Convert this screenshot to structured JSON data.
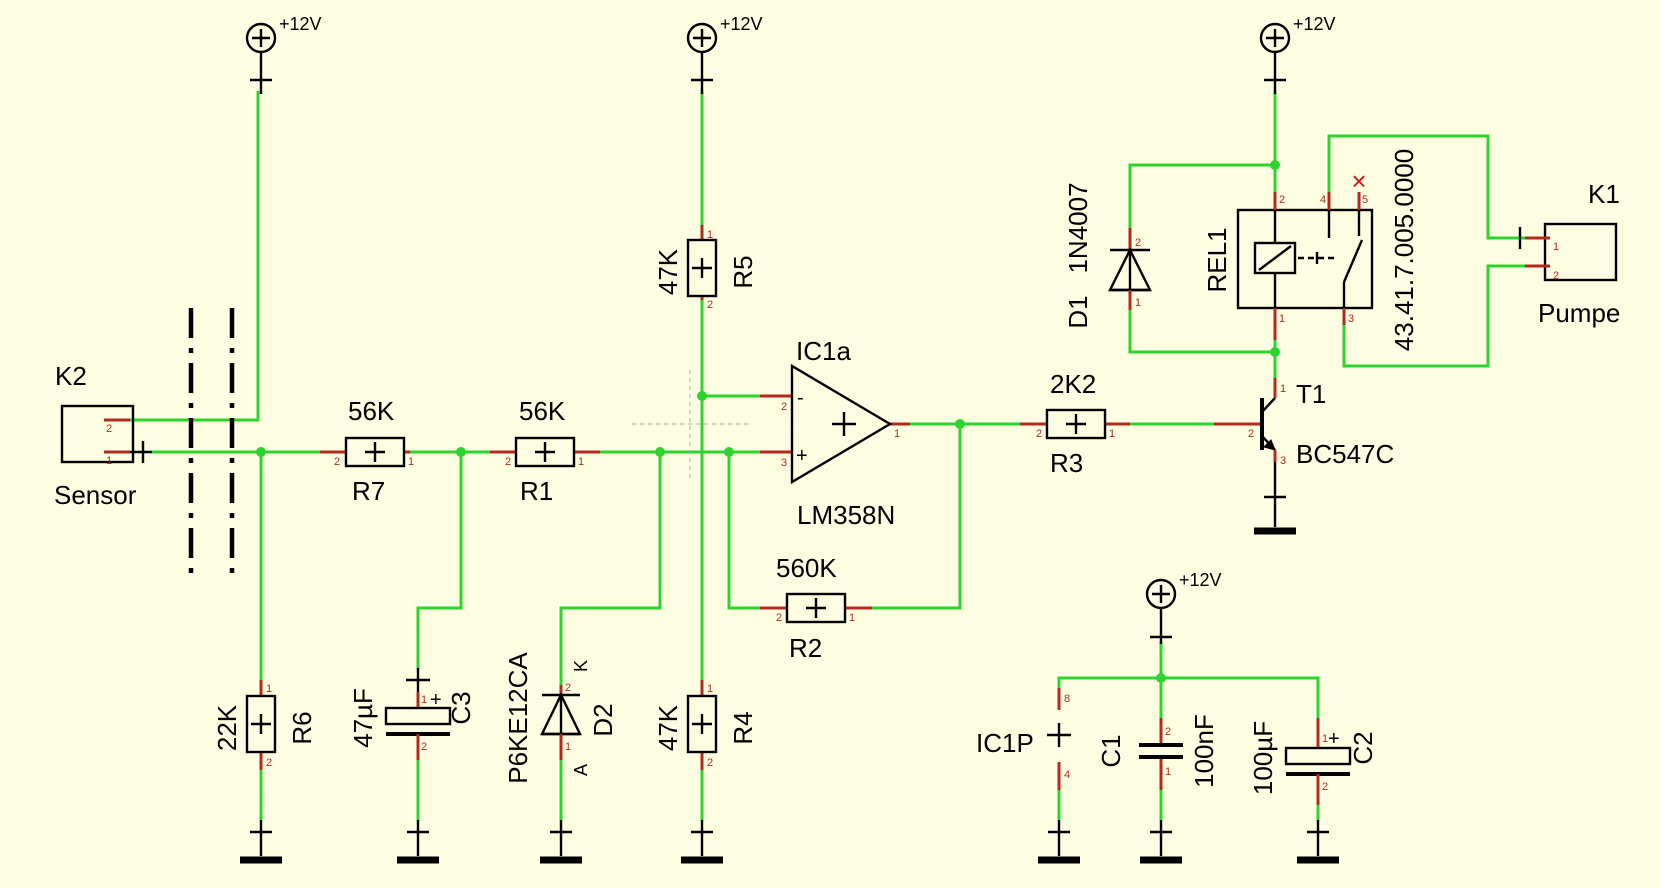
{
  "power": {
    "supply_label": "+12V"
  },
  "components": {
    "k2": {
      "ref": "K2",
      "name": "Sensor"
    },
    "k1": {
      "ref": "K1",
      "name": "Pumpe"
    },
    "r1": {
      "ref": "R1",
      "value": "56K"
    },
    "r2": {
      "ref": "R2",
      "value": "560K"
    },
    "r3": {
      "ref": "R3",
      "value": "2K2"
    },
    "r4": {
      "ref": "R4",
      "value": "47K"
    },
    "r5": {
      "ref": "R5",
      "value": "47K"
    },
    "r6": {
      "ref": "R6",
      "value": "22K"
    },
    "r7": {
      "ref": "R7",
      "value": "56K"
    },
    "c1": {
      "ref": "C1",
      "value": "100nF"
    },
    "c2": {
      "ref": "C2",
      "value": "100µF"
    },
    "c3": {
      "ref": "C3",
      "value": "47µF"
    },
    "d1": {
      "ref": "D1",
      "value": "1N4007"
    },
    "d2": {
      "ref": "D2",
      "value": "P6KE12CA",
      "pin_a": "A",
      "pin_k": "K"
    },
    "ic1a": {
      "ref": "IC1a",
      "value": "LM358N"
    },
    "ic1p": {
      "ref": "IC1P"
    },
    "t1": {
      "ref": "T1",
      "value": "BC547C"
    },
    "rel1": {
      "ref": "REL1",
      "value": "43.41.7.005.0000"
    }
  },
  "pin_numbers": {
    "one": "1",
    "two": "2",
    "three": "3",
    "four": "4",
    "five": "5",
    "eight": "8"
  },
  "symbols": {
    "plus": "+",
    "minus": "-",
    "no_connect": "×"
  },
  "colors": {
    "background": "#fdfde2",
    "wire": "#2ed42e",
    "pin": "#b22a1e"
  }
}
